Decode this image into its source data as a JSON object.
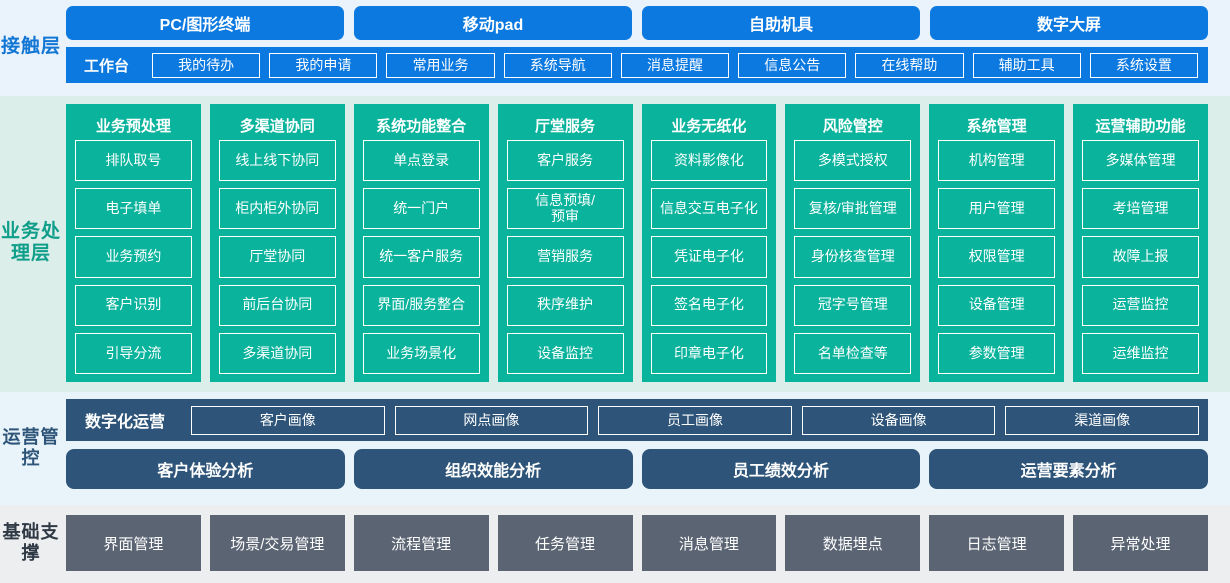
{
  "layers": {
    "contact": {
      "label": "接触层",
      "channels": [
        {
          "label": "PC/图形终端"
        },
        {
          "label": "移动pad"
        },
        {
          "label": "自助机具"
        },
        {
          "label": "数字大屏"
        }
      ],
      "workbench_title": "工作台",
      "workbench_items": [
        {
          "label": "我的待办"
        },
        {
          "label": "我的申请"
        },
        {
          "label": "常用业务"
        },
        {
          "label": "系统导航"
        },
        {
          "label": "消息提醒"
        },
        {
          "label": "信息公告"
        },
        {
          "label": "在线帮助"
        },
        {
          "label": "辅助工具"
        },
        {
          "label": "系统设置"
        }
      ]
    },
    "business": {
      "label": "业务处理层",
      "columns": [
        {
          "title": "业务预处理",
          "items": [
            {
              "label": "排队取号"
            },
            {
              "label": "电子填单"
            },
            {
              "label": "业务预约"
            },
            {
              "label": "客户识别"
            },
            {
              "label": "引导分流"
            }
          ]
        },
        {
          "title": "多渠道协同",
          "items": [
            {
              "label": "线上线下协同"
            },
            {
              "label": "柜内柜外协同"
            },
            {
              "label": "厅堂协同"
            },
            {
              "label": "前后台协同"
            },
            {
              "label": "多渠道协同"
            }
          ]
        },
        {
          "title": "系统功能整合",
          "items": [
            {
              "label": "单点登录"
            },
            {
              "label": "统一门户"
            },
            {
              "label": "统一客户服务"
            },
            {
              "label": "界面/服务整合"
            },
            {
              "label": "业务场景化"
            }
          ]
        },
        {
          "title": "厅堂服务",
          "items": [
            {
              "label": "客户服务"
            },
            {
              "label": "信息预填/\n预审"
            },
            {
              "label": "营销服务"
            },
            {
              "label": "秩序维护"
            },
            {
              "label": "设备监控"
            }
          ]
        },
        {
          "title": "业务无纸化",
          "items": [
            {
              "label": "资料影像化"
            },
            {
              "label": "信息交互电子化"
            },
            {
              "label": "凭证电子化"
            },
            {
              "label": "签名电子化"
            },
            {
              "label": "印章电子化"
            }
          ]
        },
        {
          "title": "风险管控",
          "items": [
            {
              "label": "多模式授权"
            },
            {
              "label": "复核/审批管理"
            },
            {
              "label": "身份核查管理"
            },
            {
              "label": "冠字号管理"
            },
            {
              "label": "名单检查等"
            }
          ]
        },
        {
          "title": "系统管理",
          "items": [
            {
              "label": "机构管理"
            },
            {
              "label": "用户管理"
            },
            {
              "label": "权限管理"
            },
            {
              "label": "设备管理"
            },
            {
              "label": "参数管理"
            }
          ]
        },
        {
          "title": "运营辅助功能",
          "items": [
            {
              "label": "多媒体管理"
            },
            {
              "label": "考培管理"
            },
            {
              "label": "故障上报"
            },
            {
              "label": "运营监控"
            },
            {
              "label": "运维监控"
            }
          ]
        }
      ]
    },
    "operations": {
      "label": "运营管控",
      "digital_title": "数字化运营",
      "portraits": [
        {
          "label": "客户画像"
        },
        {
          "label": "网点画像"
        },
        {
          "label": "员工画像"
        },
        {
          "label": "设备画像"
        },
        {
          "label": "渠道画像"
        }
      ],
      "analysis": [
        {
          "label": "客户体验分析"
        },
        {
          "label": "组织效能分析"
        },
        {
          "label": "员工绩效分析"
        },
        {
          "label": "运营要素分析"
        }
      ]
    },
    "foundation": {
      "label": "基础支撑",
      "items": [
        {
          "label": "界面管理"
        },
        {
          "label": "场景/交易管理"
        },
        {
          "label": "流程管理"
        },
        {
          "label": "任务管理"
        },
        {
          "label": "消息管理"
        },
        {
          "label": "数据埋点"
        },
        {
          "label": "日志管理"
        },
        {
          "label": "异常处理"
        }
      ]
    }
  },
  "colors": {
    "contact_blue": "#0b79e0",
    "contact_bg": "#eaf3fb",
    "business_teal": "#0ab39c",
    "business_bg": "#dceee9",
    "operations_slate": "#2e5579",
    "operations_bg": "#e8f4fa",
    "foundation_gray": "#5a6472",
    "foundation_bg": "#eceef0"
  }
}
